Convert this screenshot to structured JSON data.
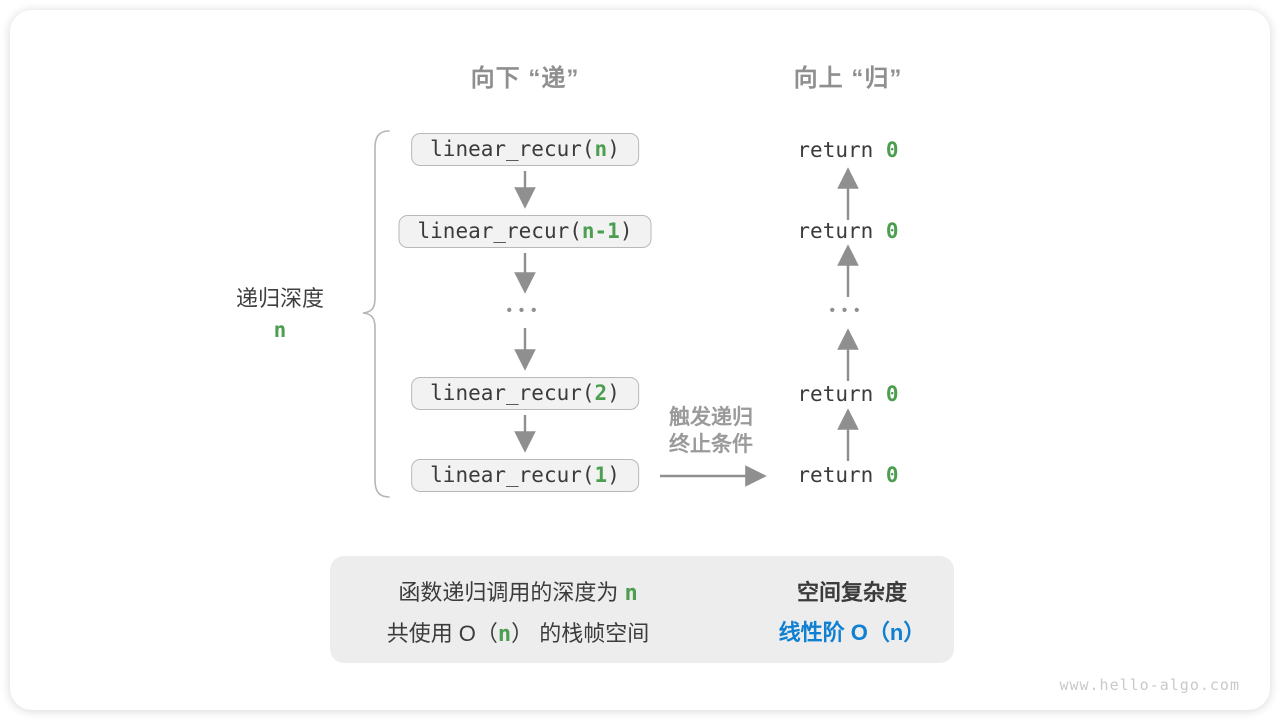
{
  "headers": {
    "down": "向下 “递”",
    "up": "向上 “归”"
  },
  "depth_label": {
    "text": "递归深度",
    "value": "n"
  },
  "stack": {
    "boxes": [
      {
        "prefix": "linear_recur(",
        "arg": "n",
        "suffix": ")"
      },
      {
        "prefix": "linear_recur(",
        "arg": "n-1",
        "suffix": ")"
      },
      {
        "prefix": "linear_recur(",
        "arg": "2",
        "suffix": ")"
      },
      {
        "prefix": "linear_recur(",
        "arg": "1",
        "suffix": ")"
      }
    ],
    "ellipsis": "•••"
  },
  "returns": {
    "rows": [
      {
        "prefix": "return ",
        "value": "0"
      },
      {
        "prefix": "return ",
        "value": "0"
      },
      {
        "prefix": "return ",
        "value": "0"
      },
      {
        "prefix": "return ",
        "value": "0"
      }
    ],
    "ellipsis": "•••"
  },
  "trigger_label": {
    "line1": "触发递归",
    "line2": "终止条件"
  },
  "summary": {
    "left_line1_prefix": "函数递归调用的深度为 ",
    "left_line1_n": "n",
    "left_line2_prefix": "共使用 O（",
    "left_line2_n": "n",
    "left_line2_suffix": "） 的栈帧空间",
    "right_title": "空间复杂度",
    "right_value": "线性阶 O（n）"
  },
  "watermark": "www.hello-algo.com",
  "colors": {
    "green_accent": "#4d9e50",
    "blue_accent": "#1080d2",
    "arrow_gray": "#8f8f8f",
    "box_fill": "#f2f2f2",
    "box_border": "#b9b9b9",
    "summary_fill": "#ededed",
    "header_gray": "#8f8f8f",
    "text_dark": "#3b3b3b",
    "watermark_gray": "#c9c9c9"
  }
}
